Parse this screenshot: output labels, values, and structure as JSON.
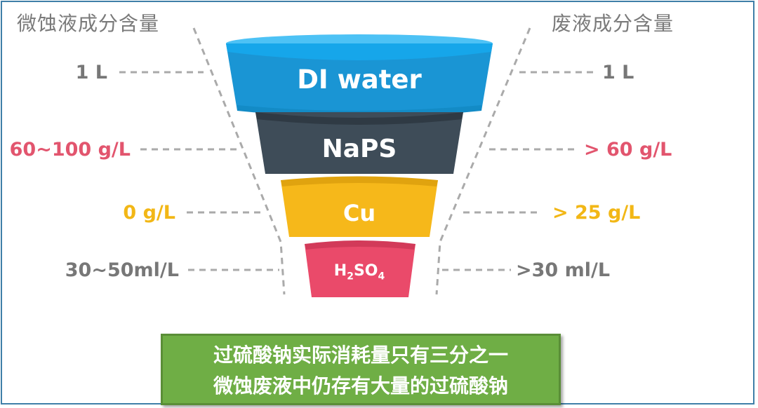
{
  "header": {
    "left_title": "微蚀液成分含量",
    "right_title": "废液成分含量"
  },
  "funnel": {
    "layers": [
      {
        "name": "DI water",
        "color": "#1ea8e6"
      },
      {
        "name": "NaPS",
        "color": "#3e4c58"
      },
      {
        "name": "Cu",
        "color": "#f6b81a"
      },
      {
        "name_main": "H",
        "sub1": "2",
        "name_mid": "SO",
        "sub2": "4",
        "color": "#ea4a6a"
      }
    ]
  },
  "left_values": [
    "1 L",
    "60~100 g/L",
    "0 g/L",
    "30~50ml/L"
  ],
  "right_values": [
    "1 L",
    "> 60 g/L",
    "> 25 g/L",
    ">30 ml/L"
  ],
  "banner": {
    "line1": "过硫酸钠实际消耗量只有三分之一",
    "line2": "微蚀废液中仍存有大量的过硫酸钠"
  },
  "colors": {
    "gray": "#777777",
    "red": "#e2556e",
    "yellow": "#f2b716",
    "green": "#6fae45"
  }
}
